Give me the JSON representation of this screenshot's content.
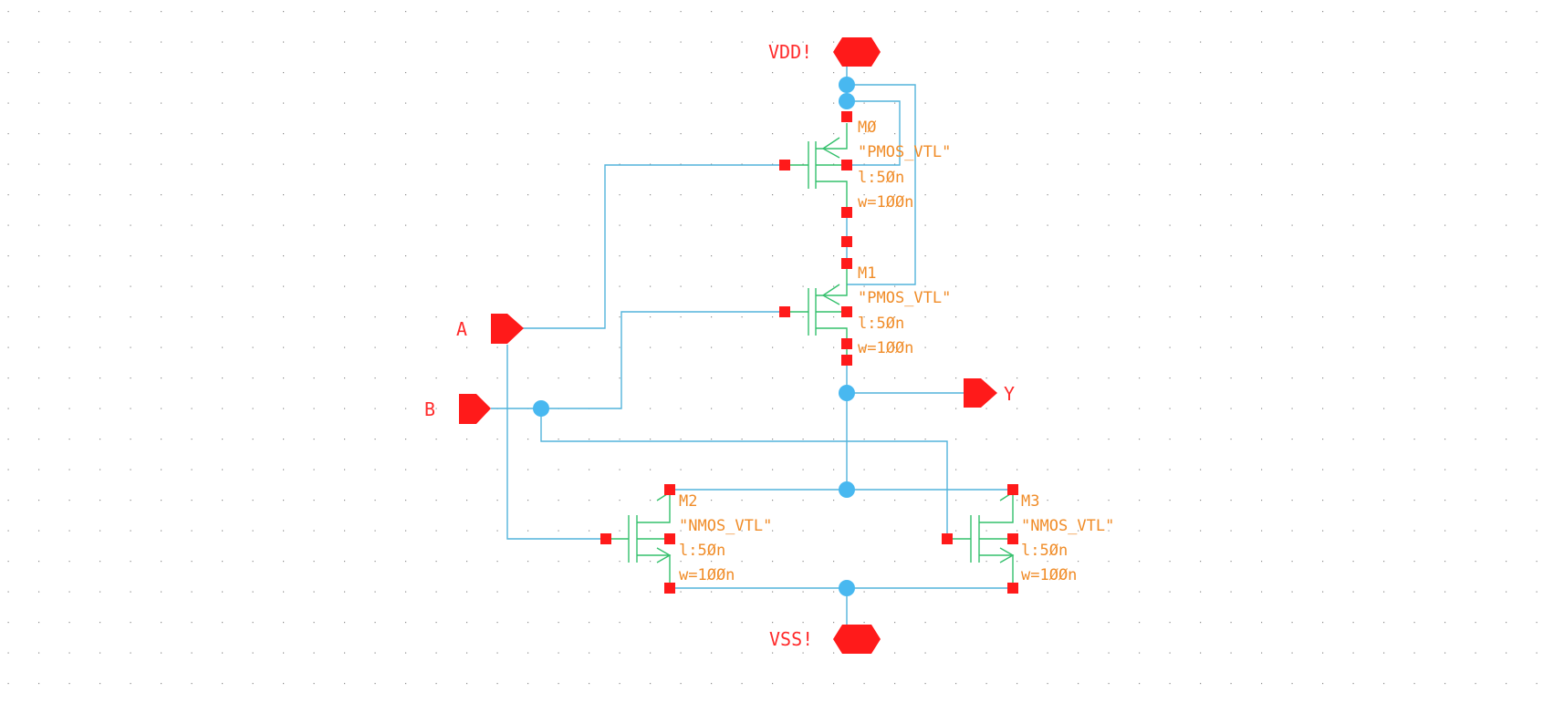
{
  "colors": {
    "background": "#ffffff",
    "grid_dot": "#8c8c8c",
    "wire": "#52b4dc",
    "device": "#34c06c",
    "pin": "#ff1a1a",
    "junction": "#48b8f0",
    "device_label": "#f08c28",
    "pin_label": "#ff2a2a"
  },
  "pins": {
    "vdd": "VDD!",
    "vss": "VSS!",
    "a": "A",
    "b": "B",
    "y": "Y"
  },
  "transistors": {
    "m0": {
      "name": "MØ",
      "model": "\"PMOS_VTL\"",
      "length": "l:5Øn",
      "width": "w=1ØØn"
    },
    "m1": {
      "name": "M1",
      "model": "\"PMOS_VTL\"",
      "length": "l:5Øn",
      "width": "w=1ØØn"
    },
    "m2": {
      "name": "M2",
      "model": "\"NMOS_VTL\"",
      "length": "l:5Øn",
      "width": "w=1ØØn"
    },
    "m3": {
      "name": "M3",
      "model": "\"NMOS_VTL\"",
      "length": "l:5Øn",
      "width": "w=1ØØn"
    }
  }
}
